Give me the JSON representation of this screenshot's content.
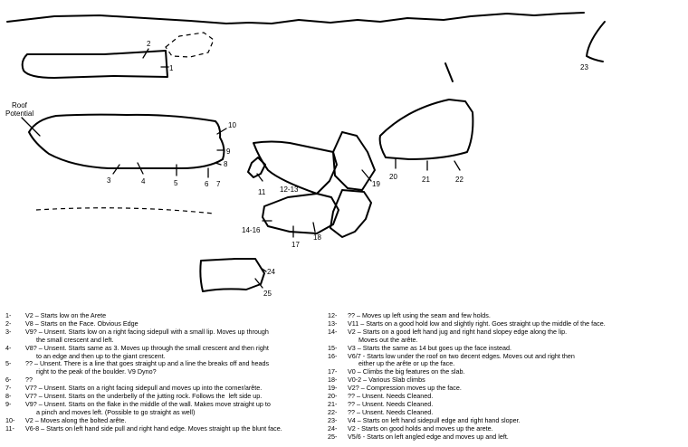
{
  "diagram": {
    "labels": {
      "roof_line1": "Roof",
      "roof_line2": "Potential",
      "n1": "1",
      "n2": "2",
      "n3": "3",
      "n4": "4",
      "n5": "5",
      "n6": "6",
      "n7": "7",
      "n8": "8",
      "n9": "9",
      "n10": "10",
      "n11": "11",
      "n12_13": "12-13",
      "n14_16": "14-16",
      "n17": "17",
      "n18": "18",
      "n19": "19",
      "n20": "20",
      "n21": "21",
      "n22": "22",
      "n23": "23",
      "n24": "24",
      "n25": "25"
    }
  },
  "legend": {
    "left": [
      {
        "num": "1-",
        "text": "V2 – Starts low on the Arete"
      },
      {
        "num": "2-",
        "text": "V8 – Starts on the Face. Obvious Edge"
      },
      {
        "num": "3-",
        "text": "V9? – Unsent. Starts low on a right facing sidepull with a small lip. Moves up through\n      the small crescent and left."
      },
      {
        "num": "4-",
        "text": "V8? – Unsent. Starts same as 3. Moves up through the small crescent and then right\n      to an edge and then up to the giant crescent."
      },
      {
        "num": "5-",
        "text": "?? – Unsent. There is a line that goes straight up and a line the breaks off and heads\n      right to the peak of the boulder. V9 Dyno?"
      },
      {
        "num": "6-",
        "text": "??"
      },
      {
        "num": "7-",
        "text": "V7? – Unsent. Starts on a right facing sidepull and moves up into the corner/arête."
      },
      {
        "num": "8-",
        "text": "V7? – Unsent. Starts on the underbelly of the jutting rock. Follows the  left side up."
      },
      {
        "num": "9-",
        "text": "V9? – Unsent. Starts on the flake in the middle of the wall. Makes move straight up to\n      a pinch and moves left. (Possible to go straight as well)"
      },
      {
        "num": "10-",
        "text": "V2 – Moves along the bolted arête."
      },
      {
        "num": "11-",
        "text": "V6-8 – Starts on left hand side pull and right hand edge. Moves straight up the blunt face."
      }
    ],
    "right": [
      {
        "num": "12-",
        "text": "?? – Moves up left using the seam and few holds."
      },
      {
        "num": "13-",
        "text": "V11 – Starts on a good hold low and slightly right. Goes straight up the middle of the face."
      },
      {
        "num": "14-",
        "text": "V2 – Starts on a good left hand jug and right hand slopey edge along the lip.\n      Moves out the arête."
      },
      {
        "num": "15-",
        "text": "V3 – Starts the same as 14 but goes up the face instead."
      },
      {
        "num": "16-",
        "text": "V6/7 - Starts low under the roof on two decent edges. Moves out and right then\n      either up the arête or up the face."
      },
      {
        "num": "17-",
        "text": "V0 – Climbs the big features on the slab."
      },
      {
        "num": "18-",
        "text": "V0-2 – Various Slab climbs"
      },
      {
        "num": "19-",
        "text": "V2? – Compression moves up the face."
      },
      {
        "num": "20-",
        "text": "?? – Unsent. Needs Cleaned."
      },
      {
        "num": "21-",
        "text": "?? – Unsent. Needs Cleaned."
      },
      {
        "num": "22-",
        "text": "?? – Unsent. Needs Cleaned."
      },
      {
        "num": "23-",
        "text": "V4 – Starts on left hand sidepull edge and right hand sloper."
      },
      {
        "num": "24-",
        "text": "V2 - Starts on good holds and moves up the arete."
      },
      {
        "num": "25-",
        "text": "V5/6 - Starts on left angled edge and moves up and left."
      }
    ]
  }
}
